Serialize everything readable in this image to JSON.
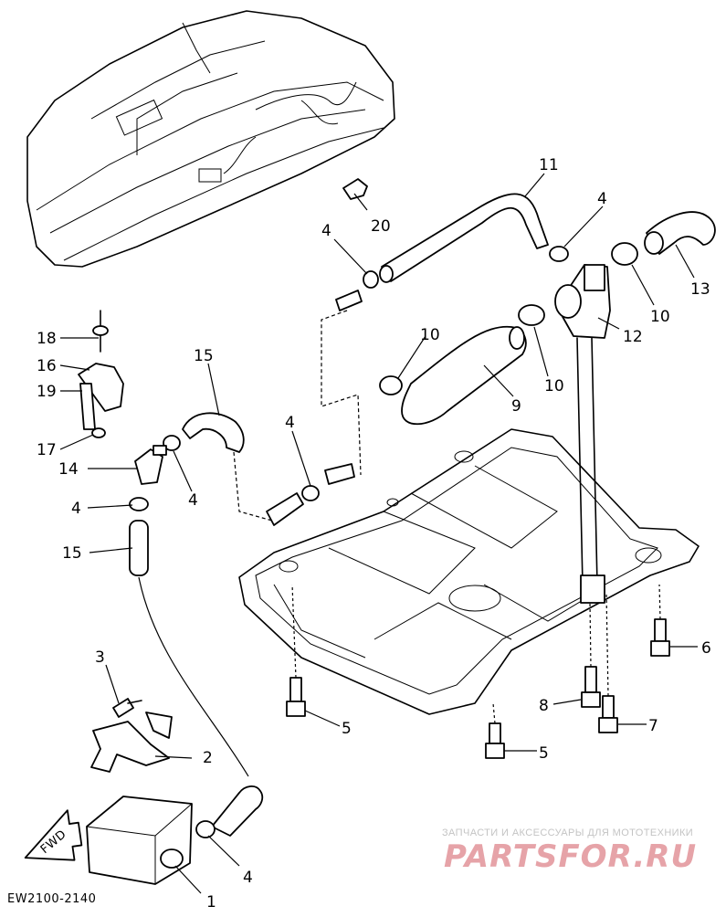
{
  "diagram_code": "EW2100-2140",
  "fwd_label": "FWD",
  "callouts": {
    "c1": "1",
    "c2": "2",
    "c3": "3",
    "c4a": "4",
    "c4b": "4",
    "c4c": "4",
    "c4d": "4",
    "c4e": "4",
    "c4f": "4",
    "c5a": "5",
    "c5b": "5",
    "c6": "6",
    "c7": "7",
    "c8": "8",
    "c9": "9",
    "c10a": "10",
    "c10b": "10",
    "c10c": "10",
    "c11": "11",
    "c12": "12",
    "c13": "13",
    "c14": "14",
    "c15a": "15",
    "c15b": "15",
    "c16": "16",
    "c17": "17",
    "c18": "18",
    "c19": "19",
    "c20": "20"
  },
  "watermark": {
    "tagline": "ЗАПЧАСТИ И АКСЕССУАРЫ ДЛЯ МОТОТЕХНИКИ",
    "logo_text": "PARTSFOR.RU"
  },
  "colors": {
    "ink": "#000000",
    "watermark": "#e6a3a8"
  }
}
